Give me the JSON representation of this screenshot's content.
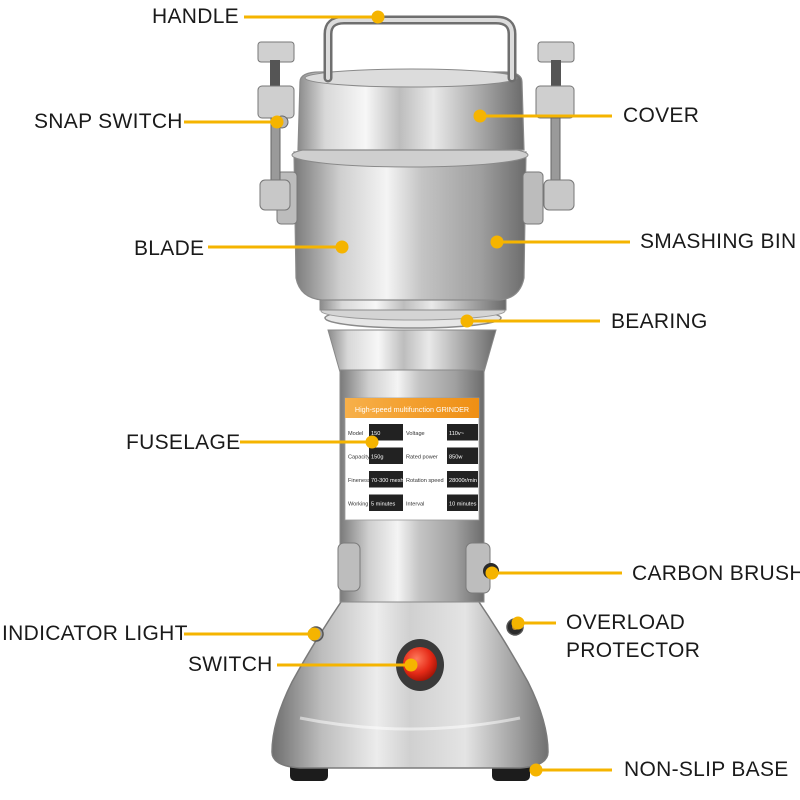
{
  "colors": {
    "leader_line": "#f5b400",
    "label_text": "#1a1a1a",
    "steel_light": "#f2f2f2",
    "steel_mid": "#b9b9b9",
    "steel_dark": "#6e6e6e",
    "plate_orange": "#f39a1e",
    "switch_red": "#e52a17",
    "base_black": "#1c1c1c"
  },
  "labels": {
    "handle": "HANDLE",
    "snap_switch": "SNAP SWITCH",
    "cover": "COVER",
    "blade": "BLADE",
    "smashing_bin": "SMASHING BIN",
    "bearing": "BEARING",
    "fuselage": "FUSELAGE",
    "carbon_brush": "CARBON BRUSH",
    "indicator_light": "INDICATOR LIGHT",
    "overload_protector_line1": "OVERLOAD",
    "overload_protector_line2": "PROTECTOR",
    "switch": "SWITCH",
    "non_slip_base": "NON-SLIP BASE"
  },
  "spec_plate": {
    "title": "High-speed multifunction GRINDER",
    "rows": [
      {
        "left_label": "Model",
        "left_value": "150",
        "right_label": "Voltage",
        "right_value": "110v~"
      },
      {
        "left_label": "Capacity",
        "left_value": "150g",
        "right_label": "Rated power",
        "right_value": "850w"
      },
      {
        "left_label": "Fineness",
        "left_value": "70-300 mesh",
        "right_label": "Rotation speed",
        "right_value": "28000r/min"
      },
      {
        "left_label": "Working time",
        "left_value": "5 minutes",
        "right_label": "Interval",
        "right_value": "10 minutes"
      }
    ]
  }
}
